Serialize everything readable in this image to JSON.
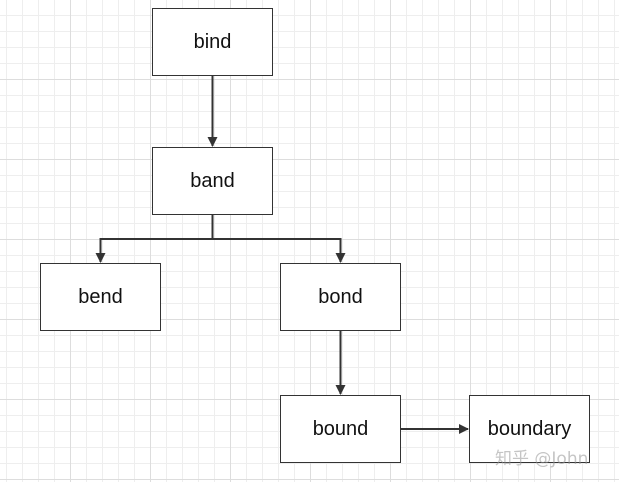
{
  "diagram": {
    "nodes": [
      {
        "id": "bind",
        "label": "bind"
      },
      {
        "id": "band",
        "label": "band"
      },
      {
        "id": "bend",
        "label": "bend"
      },
      {
        "id": "bond",
        "label": "bond"
      },
      {
        "id": "bound",
        "label": "bound"
      },
      {
        "id": "boundary",
        "label": "boundary"
      }
    ],
    "edges": [
      {
        "from": "bind",
        "to": "band"
      },
      {
        "from": "band",
        "to": "bend"
      },
      {
        "from": "band",
        "to": "bond"
      },
      {
        "from": "bond",
        "to": "bound"
      },
      {
        "from": "bound",
        "to": "boundary"
      }
    ],
    "colors": {
      "line": "#333333",
      "grid": "#dddddd"
    }
  },
  "watermark": {
    "text": "知乎 @John"
  }
}
